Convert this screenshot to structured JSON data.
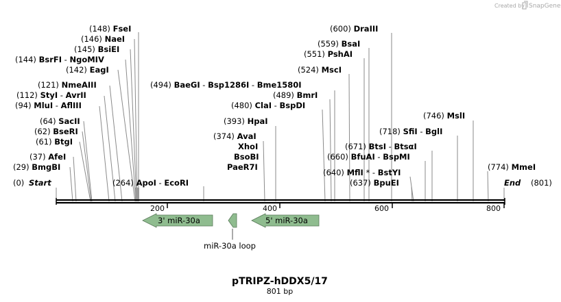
{
  "watermark": {
    "prefix": "Created by",
    "product": "SnapGene"
  },
  "map": {
    "name": "pTRIPZ-hDDX5/17",
    "length_label": "801 bp",
    "start_label": "Start",
    "end_label": "End",
    "start_pos": "(0)",
    "end_pos": "(801)",
    "ruler": [
      "200",
      "400",
      "600",
      "800"
    ]
  },
  "sites": [
    {
      "id": "fsei",
      "pos": "(148)",
      "parts": [
        {
          "t": "FseI"
        }
      ]
    },
    {
      "id": "naei",
      "pos": "(146)",
      "parts": [
        {
          "t": "NaeI"
        }
      ]
    },
    {
      "id": "bsiei",
      "pos": "(145)",
      "parts": [
        {
          "t": "BsiEI"
        }
      ]
    },
    {
      "id": "bsrfi",
      "pos": "(144)",
      "parts": [
        {
          "t": "BsrFI"
        },
        {
          "t": " - ",
          "plain": true
        },
        {
          "t": "NgoMIV"
        }
      ]
    },
    {
      "id": "eagi",
      "pos": "(142)",
      "parts": [
        {
          "t": "EagI"
        }
      ]
    },
    {
      "id": "nmeaiii",
      "pos": "(121)",
      "parts": [
        {
          "t": "NmeAIII"
        }
      ]
    },
    {
      "id": "styi",
      "pos": "(112)",
      "parts": [
        {
          "t": "StyI"
        },
        {
          "t": " - ",
          "plain": true
        },
        {
          "t": "AvrII"
        }
      ]
    },
    {
      "id": "mlui",
      "pos": "(94)",
      "parts": [
        {
          "t": "MluI"
        },
        {
          "t": " - ",
          "plain": true
        },
        {
          "t": "AflIII"
        }
      ]
    },
    {
      "id": "sacii",
      "pos": "(64)",
      "parts": [
        {
          "t": "SacII"
        }
      ]
    },
    {
      "id": "bseri",
      "pos": "(62)",
      "parts": [
        {
          "t": "BseRI"
        }
      ]
    },
    {
      "id": "btgi",
      "pos": "(61)",
      "parts": [
        {
          "t": "BtgI"
        }
      ]
    },
    {
      "id": "afei",
      "pos": "(37)",
      "parts": [
        {
          "t": "AfeI"
        }
      ]
    },
    {
      "id": "bmgbi",
      "pos": "(29)",
      "parts": [
        {
          "t": "BmgBI"
        }
      ]
    },
    {
      "id": "apoi",
      "pos": "(264)",
      "parts": [
        {
          "t": "ApoI"
        },
        {
          "t": " - ",
          "plain": true
        },
        {
          "t": "EcoRI"
        }
      ]
    },
    {
      "id": "baegi",
      "pos": "(494)",
      "parts": [
        {
          "t": "BaeGI"
        },
        {
          "t": " - ",
          "plain": true
        },
        {
          "t": "Bsp1286I"
        },
        {
          "t": " - ",
          "plain": true
        },
        {
          "t": "Bme1580I"
        }
      ]
    },
    {
      "id": "bmri",
      "pos": "(489)",
      "parts": [
        {
          "t": "BmrI"
        }
      ]
    },
    {
      "id": "clai",
      "pos": "(480)",
      "parts": [
        {
          "t": "ClaI"
        },
        {
          "t": " - ",
          "plain": true
        },
        {
          "t": "BspDI"
        }
      ]
    },
    {
      "id": "hpai",
      "pos": "(393)",
      "parts": [
        {
          "t": "HpaI"
        }
      ]
    },
    {
      "id": "avai",
      "pos": "(374)",
      "parts": [
        {
          "t": "AvaI"
        }
      ]
    },
    {
      "id": "xhoi",
      "pos": "",
      "parts": [
        {
          "t": "XhoI"
        }
      ]
    },
    {
      "id": "bsobi",
      "pos": "",
      "parts": [
        {
          "t": "BsoBI"
        }
      ]
    },
    {
      "id": "paer7i",
      "pos": "",
      "parts": [
        {
          "t": "PaeR7I"
        }
      ]
    },
    {
      "id": "draiii",
      "pos": "(600)",
      "parts": [
        {
          "t": "DraIII"
        }
      ]
    },
    {
      "id": "bsai",
      "pos": "(559)",
      "parts": [
        {
          "t": "BsaI"
        }
      ]
    },
    {
      "id": "pshai",
      "pos": "(551)",
      "parts": [
        {
          "t": "PshAI"
        }
      ]
    },
    {
      "id": "msci",
      "pos": "(524)",
      "parts": [
        {
          "t": "MscI"
        }
      ]
    },
    {
      "id": "mslI",
      "pos": "(746)",
      "parts": [
        {
          "t": "MslI"
        }
      ]
    },
    {
      "id": "sfii",
      "pos": "(718)",
      "parts": [
        {
          "t": "SfiI"
        },
        {
          "t": " - ",
          "plain": true
        },
        {
          "t": "BglI"
        }
      ]
    },
    {
      "id": "btsi",
      "pos": "(671)",
      "parts": [
        {
          "t": "BtsI"
        },
        {
          "t": " - ",
          "plain": true
        },
        {
          "t": "BtsαI"
        }
      ]
    },
    {
      "id": "bfuai",
      "pos": "(660)",
      "parts": [
        {
          "t": "BfuAI"
        },
        {
          "t": " - ",
          "plain": true
        },
        {
          "t": "BspMI"
        }
      ]
    },
    {
      "id": "mfli",
      "pos": "(640)",
      "parts": [
        {
          "t": "MflI"
        },
        {
          "t": " * - ",
          "plain": true
        },
        {
          "t": "BstYI"
        }
      ]
    },
    {
      "id": "bpuei",
      "pos": "(637)",
      "parts": [
        {
          "t": "BpuEI"
        }
      ]
    },
    {
      "id": "mmei",
      "pos": "(774)",
      "parts": [
        {
          "t": "MmeI"
        }
      ]
    }
  ],
  "features": [
    {
      "id": "mir30a-3",
      "label": "3' miR-30a",
      "color": "#8fbc8f",
      "direction": "reverse"
    },
    {
      "id": "mir30a-loop",
      "label": "miR-30a loop",
      "color": "#8fbc8f",
      "direction": "reverse"
    },
    {
      "id": "mir30a-5",
      "label": "5' miR-30a",
      "color": "#8fbc8f",
      "direction": "reverse"
    }
  ]
}
